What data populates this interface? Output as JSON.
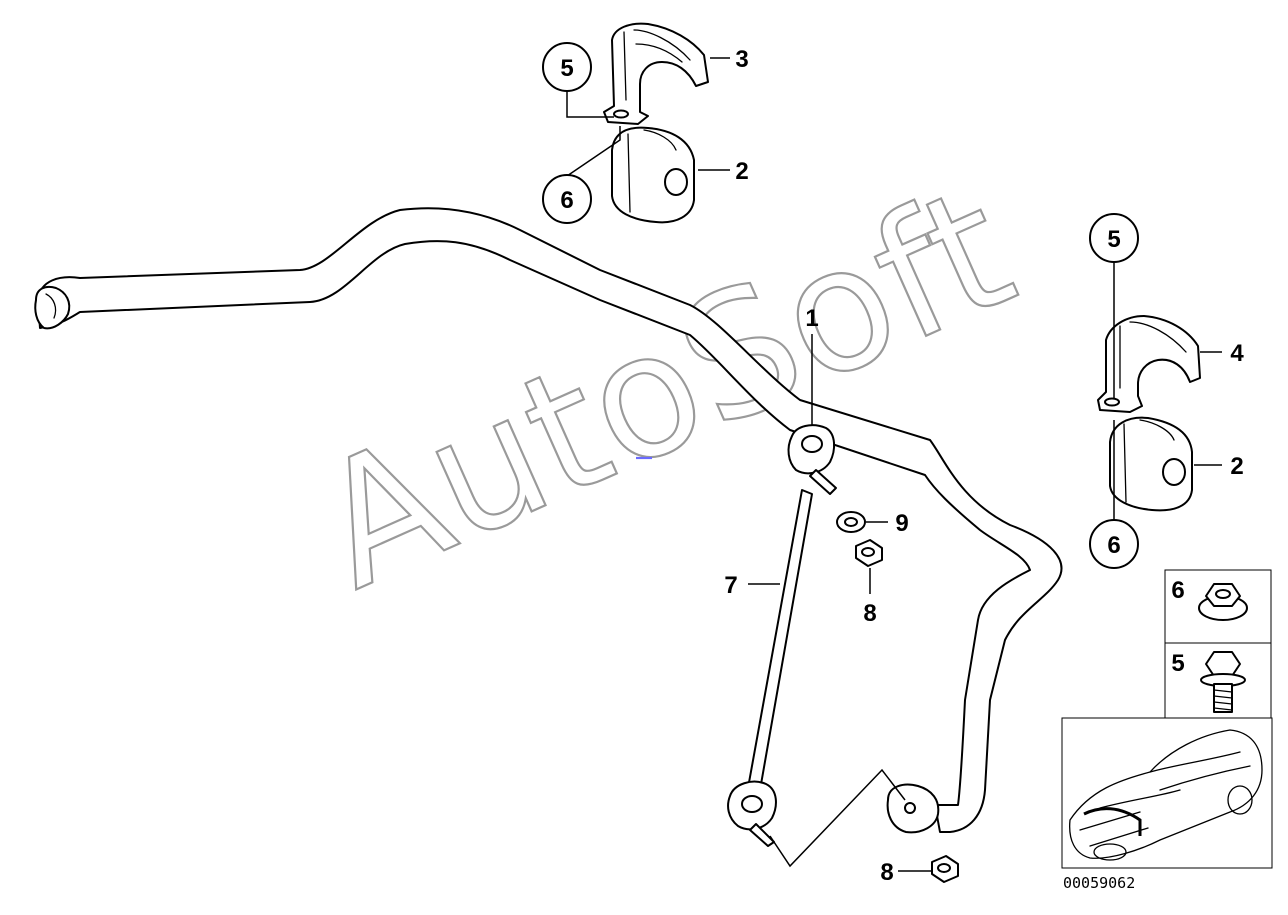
{
  "diagram": {
    "watermark": "AutoSoft",
    "diagram_code": "00059062",
    "callouts": {
      "stabilizer_bar": "1",
      "bushing_left": "2",
      "bushing_right": "2",
      "bracket_left": "3",
      "bracket_right": "4",
      "bolt_left": "5",
      "bolt_right": "5",
      "nut_left": "6",
      "nut_right": "6",
      "link": "7",
      "nut_upper": "8",
      "nut_lower": "8",
      "washer": "9"
    },
    "legend": {
      "nut_label": "6",
      "bolt_label": "5"
    },
    "colors": {
      "line": "#000000",
      "watermark": "#9a9a9a",
      "marker": "#6a6aff"
    }
  }
}
